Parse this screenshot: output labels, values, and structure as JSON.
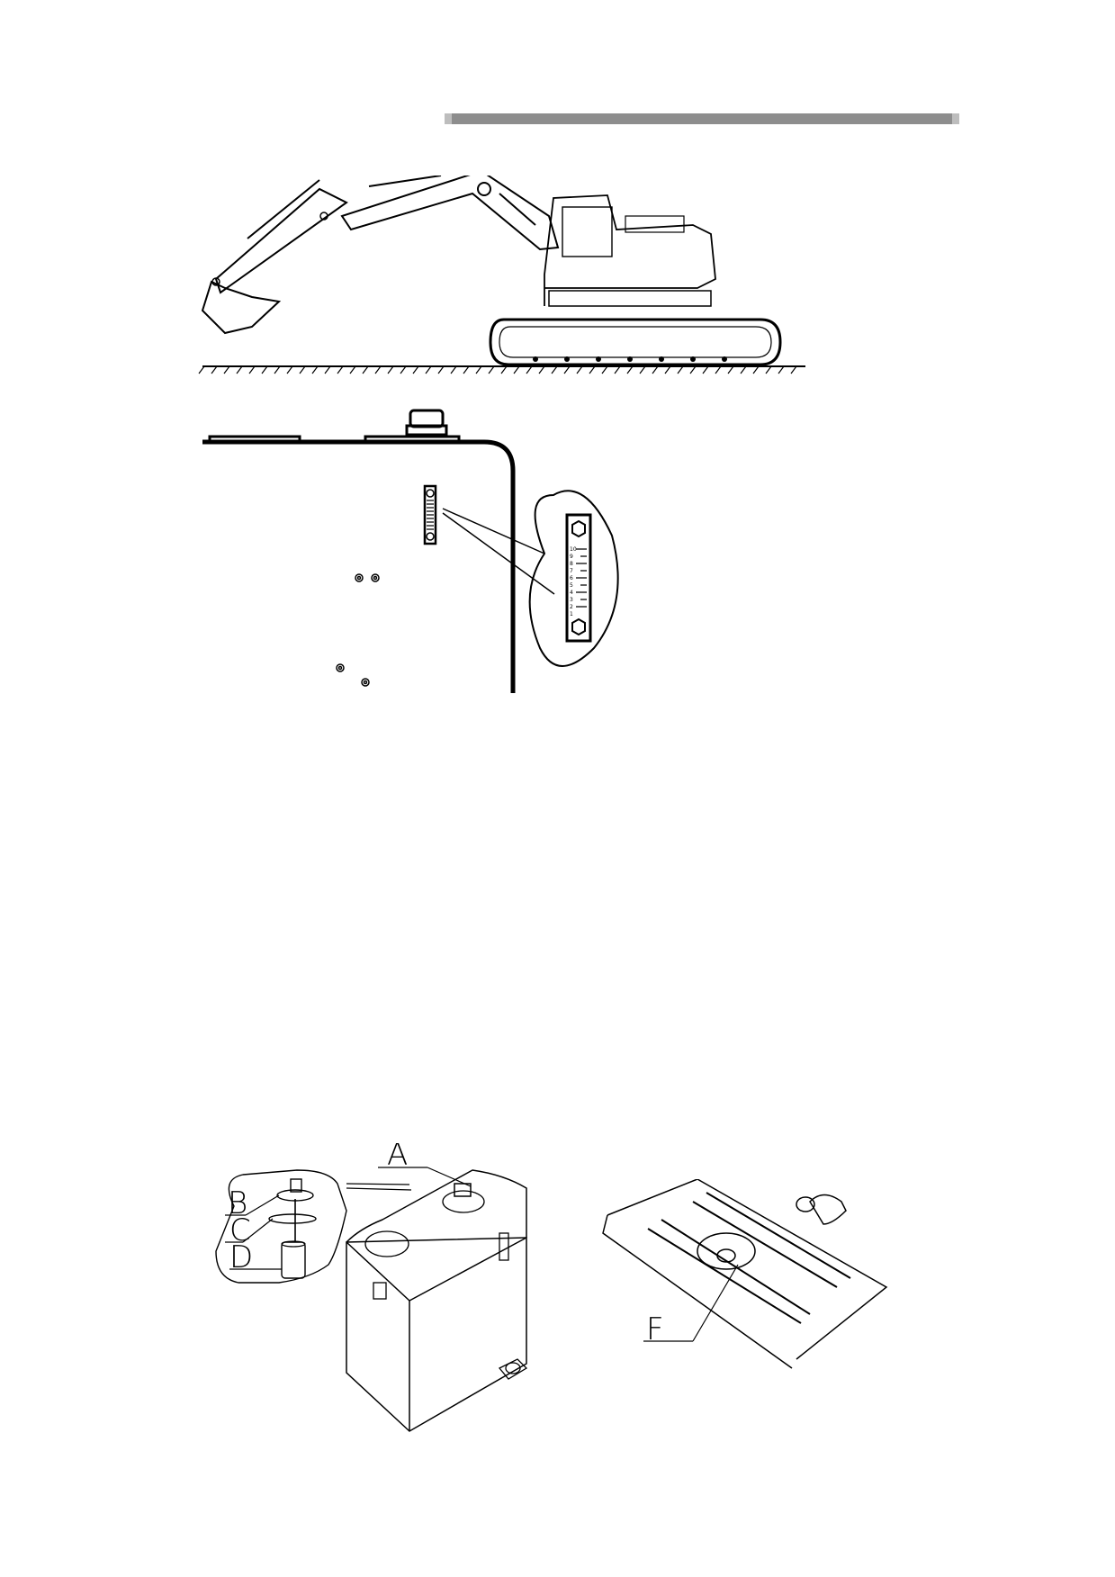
{
  "figure_tank": {
    "labels": {
      "a": "A",
      "b": "B",
      "c": "C",
      "d": "D"
    }
  },
  "figure_underside": {
    "labels": {
      "f": "F"
    }
  },
  "level_gauge": {
    "scale": [
      "10",
      "9",
      "8",
      "7",
      "6",
      "5",
      "4",
      "3",
      "2",
      "1"
    ]
  }
}
